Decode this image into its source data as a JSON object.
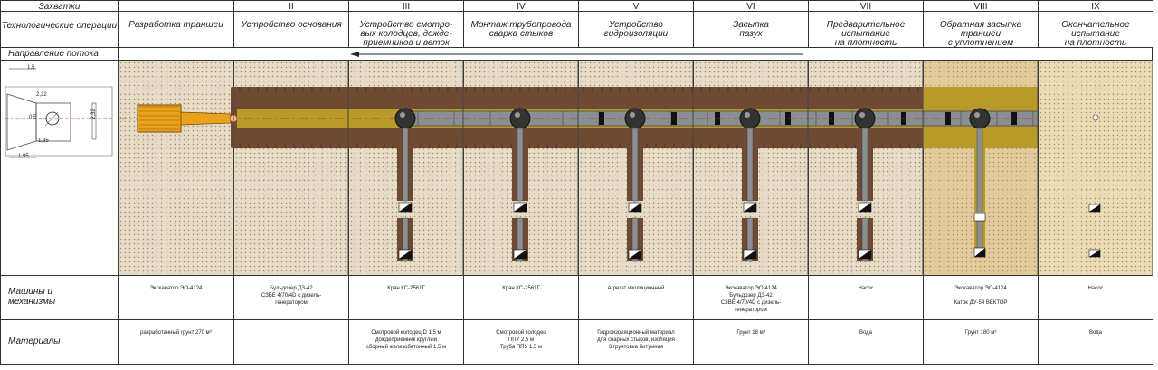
{
  "row_headers": {
    "section": "Захватки",
    "operations": "Технологические операции",
    "flow": "Направление потока",
    "machines": "Машины и механизмы",
    "materials": "Материалы"
  },
  "columns": [
    {
      "num": "I",
      "operation": "Разработка траншеи",
      "machines": "Экскаватор ЭО-4124",
      "materials": "разработанный грунт 270 м³"
    },
    {
      "num": "II",
      "operation": "Устройство основания",
      "machines": "Бульдозер ДЗ-42\nСЗВЕ 4/70/4D с дизель-\nгенератором",
      "materials": ""
    },
    {
      "num": "III",
      "operation": "Устройство смотро-\nвых колодцев, дожде-\nприемников и веток",
      "machines": "Кран КС-2561Г",
      "materials": "Смотровой колодец D 1,5 м\nдождеприемник круглый\nсборный железобетонный 1,5 м"
    },
    {
      "num": "IV",
      "operation": "Монтаж трубопровода\nсварка стыков",
      "machines": "Кран КС-2561Г",
      "materials": "Смотровой колодец\nППУ 2,5 м\nТруба ППУ 1,5 м"
    },
    {
      "num": "V",
      "operation": "Устройство\nгидроизоляции",
      "machines": "Агрегат изоляционный",
      "materials": "Гидроизоляционный материал\nдля сварных стыков, изоляция\n3 грунтовка битумная"
    },
    {
      "num": "VI",
      "operation": "Засыпка\nпазух",
      "machines": "Экскаватор ЭО-4124\nБульдозер ДЗ-42\nСЗВЕ 4/70/4D с дизель-\nгенератором",
      "materials": "Грунт 18 м³"
    },
    {
      "num": "VII",
      "operation": "Предварительное\nиспытание\nна плотность",
      "machines": "Насос",
      "materials": "Вода"
    },
    {
      "num": "VIII",
      "operation": "Обратная засыпка\nтраншеи\nс уплотнением",
      "machines": "Экскаватор ЭО-4124\n\nКаток ДУ-54 ВЕКТОР",
      "materials": "Грунт 180 м³"
    },
    {
      "num": "IX",
      "operation": "Окончательное\nиспытание\nна плотность",
      "machines": "Насос",
      "materials": "Вода"
    }
  ],
  "dimensions": {
    "d1": "1,5",
    "d2": "2,32",
    "d3": "0,5",
    "d4": "1,35",
    "d5": "1,95",
    "d6": "2,32"
  },
  "colors": {
    "sand": "#e7dcc7",
    "trench": "#6e4a32",
    "bed": "#b89a2a",
    "pipe": "#8a8f94",
    "axis": "#d0201a",
    "excavator": "#e8a21c"
  }
}
